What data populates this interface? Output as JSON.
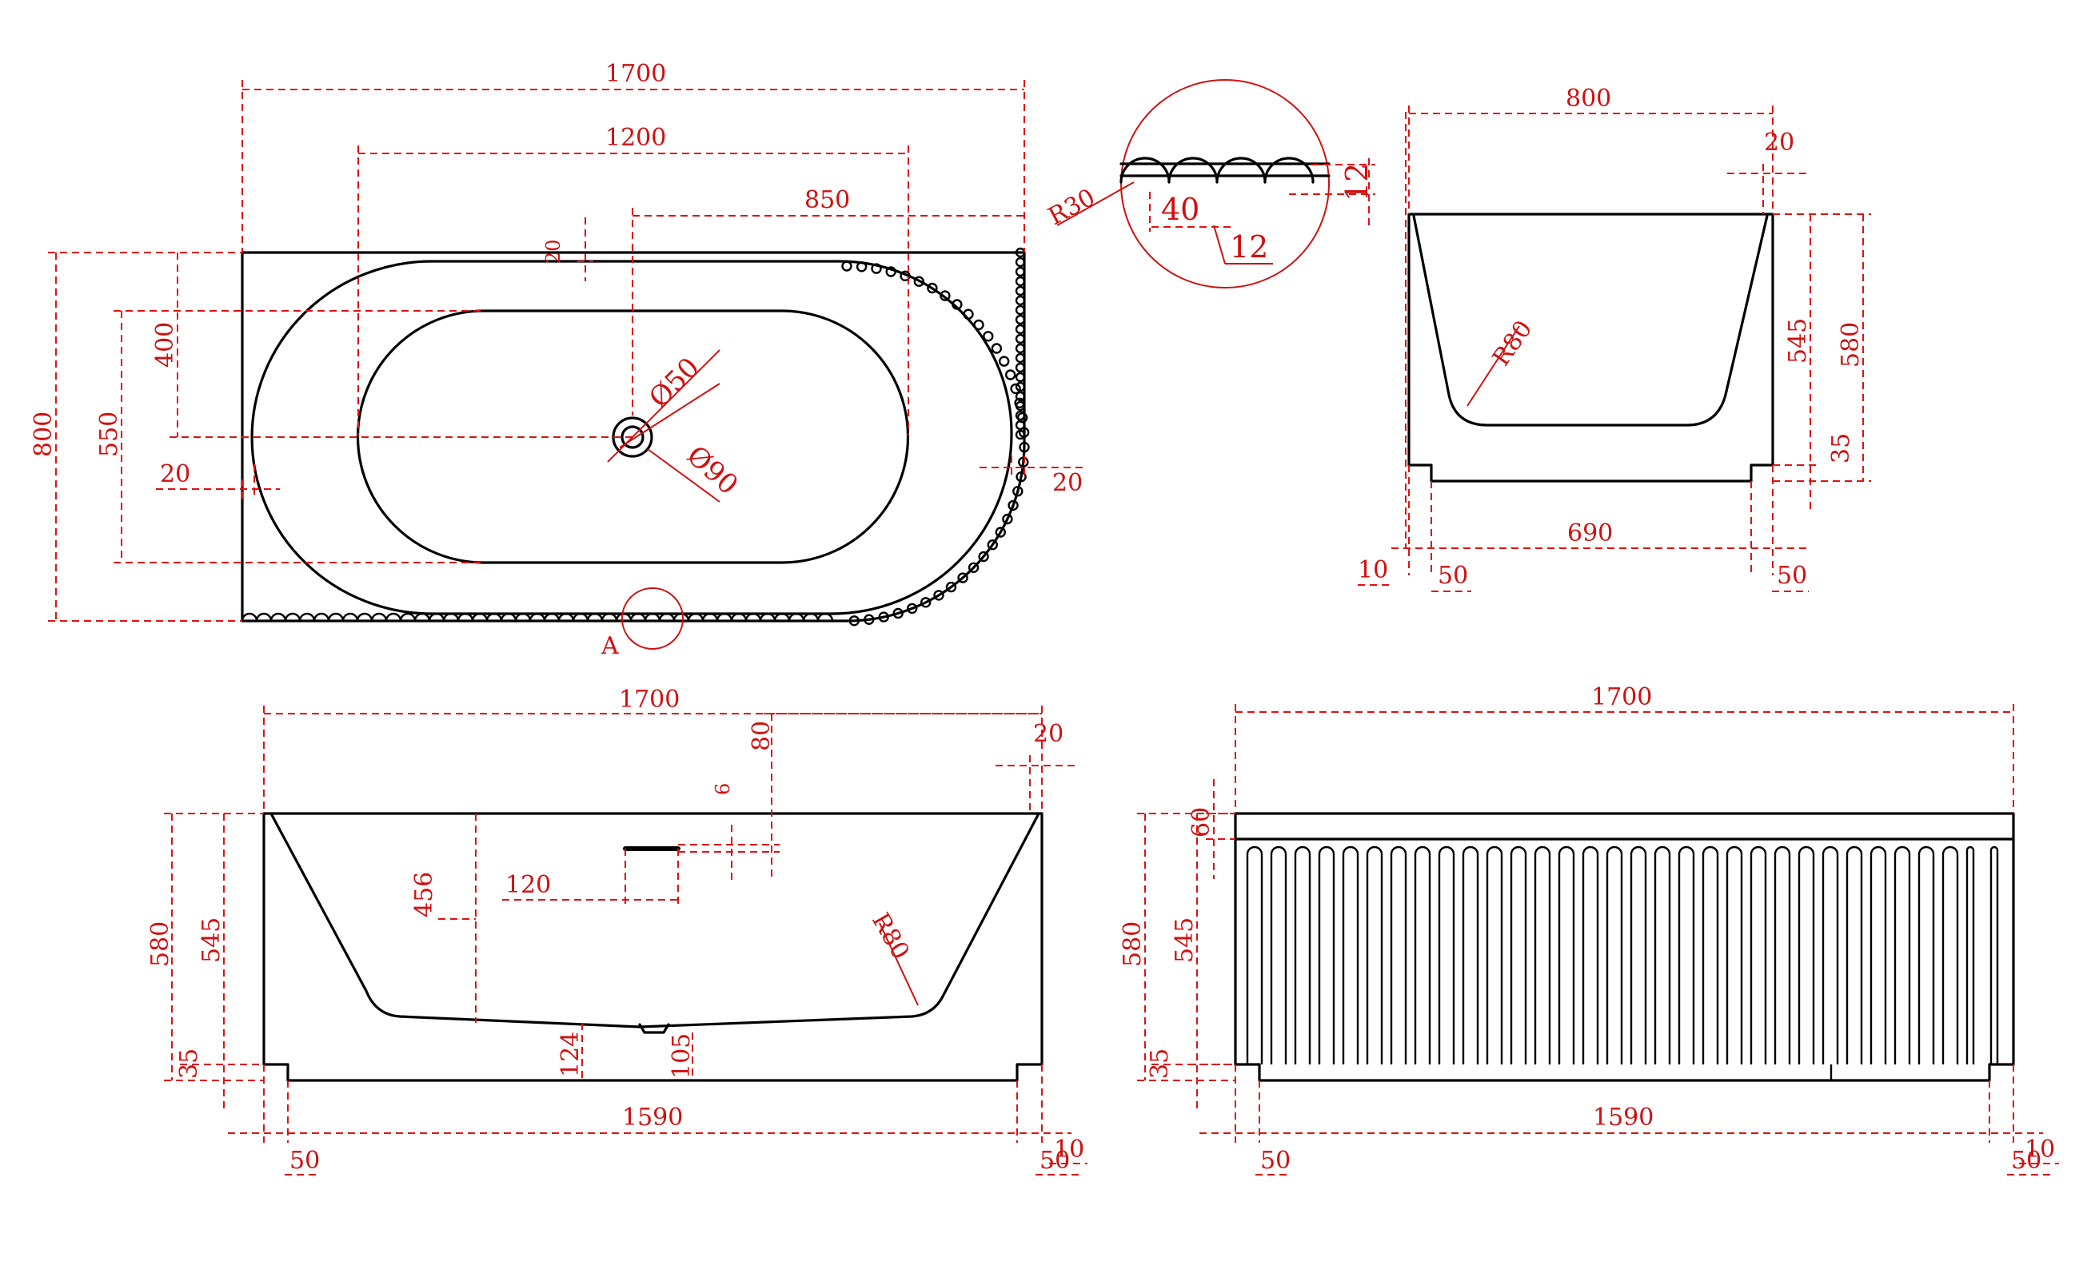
{
  "colors": {
    "outline": "#000000",
    "dimension": "#e01010"
  },
  "top_view": {
    "d_total_length": "1700",
    "d_inner_length": "1200",
    "d_drain_offset": "850",
    "d_total_width": "800",
    "d_inner_width": "550",
    "d_drain_depth": "400",
    "d_rim_top": "20",
    "d_rim_left": "20",
    "d_rim_right": "20",
    "d_drain_small": "Ø50",
    "d_drain_large": "Ø90",
    "detail_marker": "A"
  },
  "detail_a": {
    "d_radius": "R30",
    "d_pitch": "40",
    "d_depth": "12",
    "d_width": "12"
  },
  "end_view": {
    "d_width": "800",
    "d_rim": "20",
    "d_inner_height": "545",
    "d_total_height": "580",
    "d_plinth": "35",
    "d_radius": "R80",
    "d_base": "690",
    "d_offset": "10",
    "d_foot_left": "50",
    "d_foot_right": "50"
  },
  "front_section": {
    "d_length": "1700",
    "d_rim": "20",
    "d_overflow_top": "80",
    "d_overflow_size": "6",
    "d_overflow_width": "120",
    "d_overflow_height": "456",
    "d_total_height": "580",
    "d_inner_height": "545",
    "d_plinth": "35",
    "d_radius": "R80",
    "d_floor": "124",
    "d_drain": "105",
    "d_base": "1590",
    "d_foot_left": "50",
    "d_foot_right": "50",
    "d_offset": "10"
  },
  "fluted_front": {
    "d_length": "1700",
    "d_top_band": "60",
    "d_total_height": "580",
    "d_inner_height": "545",
    "d_plinth": "35",
    "d_base": "1590",
    "d_foot_left": "50",
    "d_foot_right": "50",
    "d_offset": "10"
  }
}
